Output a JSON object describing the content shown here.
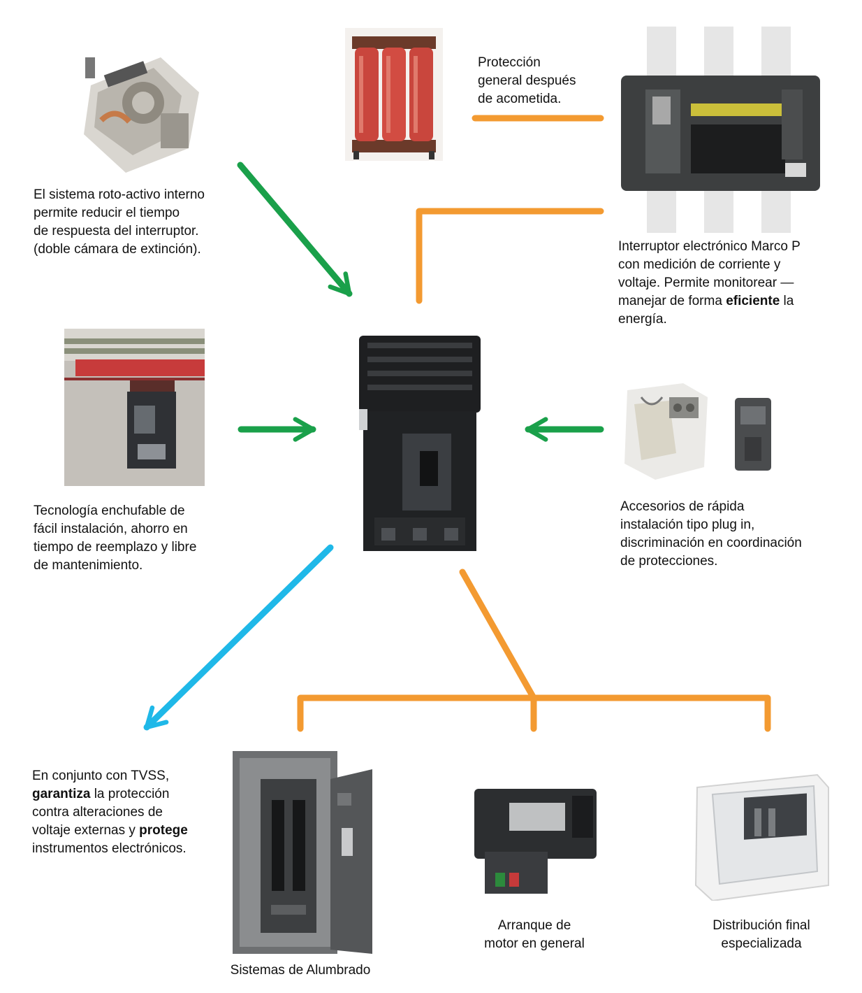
{
  "colors": {
    "green_arrow": "#1aa04a",
    "orange_line": "#f39a31",
    "blue_arrow": "#1fb8e8"
  },
  "icons": [
    "rotoactive-mechanism-icon",
    "transformer-icon",
    "power-breaker-marco-p-icon",
    "plug-in-breaker-icon",
    "molded-case-breaker-icon",
    "accessory-contacts-icon",
    "auxiliary-module-icon",
    "lighting-panelboard-icon",
    "motor-starter-icon",
    "distribution-enclosure-icon"
  ],
  "captions": {
    "rotoactive": [
      "El sistema roto-activo interno",
      "permite reducir el tiempo",
      "de respuesta del interruptor.",
      "(doble cámara de extinción)."
    ],
    "general_protection": [
      "Protección",
      "general después",
      "de acometida."
    ],
    "marco_p": {
      "l1": "Interruptor electrónico Marco P",
      "l2": "con medición de corriente y",
      "l3": "voltaje. Permite monitorear —",
      "l4_pre": "manejar de forma ",
      "l4_bold": "eficiente",
      "l4_post": " la",
      "l5": "energía."
    },
    "plugin": [
      "Tecnología enchufable de",
      "fácil instalación, ahorro en",
      "tiempo de reemplazo y libre",
      "de mantenimiento."
    ],
    "accessories": [
      "Accesorios de rápida",
      "instalación tipo plug in,",
      "discriminación en coordinación",
      "de protecciones."
    ],
    "tvss": {
      "l1": "En conjunto con TVSS,",
      "l2_bold": "garantiza",
      "l2_post": " la protección",
      "l3": "contra alteraciones de",
      "l4_pre": "voltaje externas y ",
      "l4_bold": "protege",
      "l5": "instrumentos electrónicos."
    },
    "lighting": "Sistemas de Alumbrado",
    "motor": [
      "Arranque de",
      "motor en general"
    ],
    "distribution": [
      "Distribución final",
      "especializada"
    ]
  }
}
